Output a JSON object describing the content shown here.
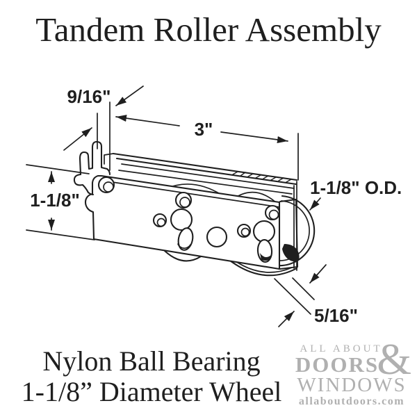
{
  "title": "Tandem Roller Assembly",
  "diagram": {
    "description": "technical line drawing of a tandem roller assembly with mounting clip, housing plate, adjustment slots and two nylon wheels",
    "labels": {
      "tab_offset": "9/16\"",
      "length": "3\"",
      "height": "1-1/8\"",
      "wheel_outer_diameter": "1-1/8\" O.D.",
      "tab_width": "5/16\""
    }
  },
  "caption": {
    "line1": "Nylon Ball Bearing",
    "line2": "1-1/8” Diameter Wheel"
  },
  "logo": {
    "top": "ALL ABOUT",
    "middle": "DOORS",
    "ampersand": "&",
    "bottom": "WINDOWS",
    "website": "allaboutdoors.com"
  },
  "colors": {
    "background": "#ffffff",
    "line": "#1f1f1f",
    "logo-gray": "#b0b0b0"
  }
}
